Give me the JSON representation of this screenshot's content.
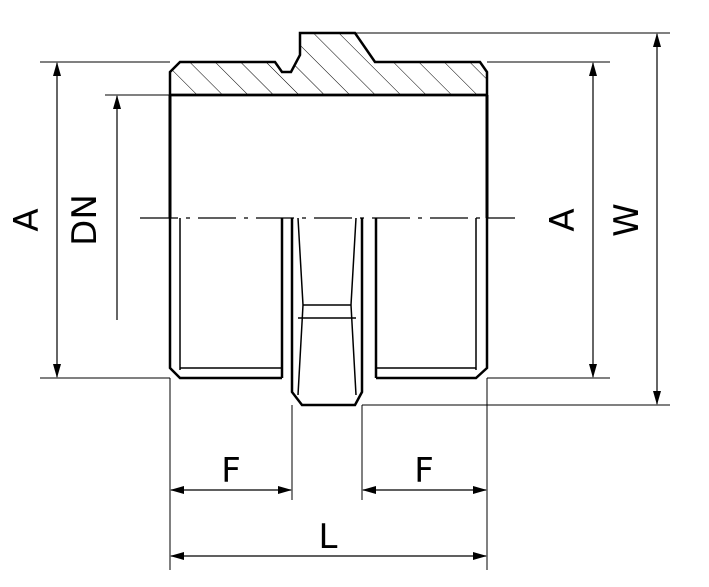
{
  "labels": {
    "a_left": "A",
    "dn": "DN",
    "a_right": "A",
    "w": "W",
    "f_left": "F",
    "f_right": "F",
    "l": "L"
  },
  "colors": {
    "stroke": "#000000",
    "background": "#ffffff"
  }
}
